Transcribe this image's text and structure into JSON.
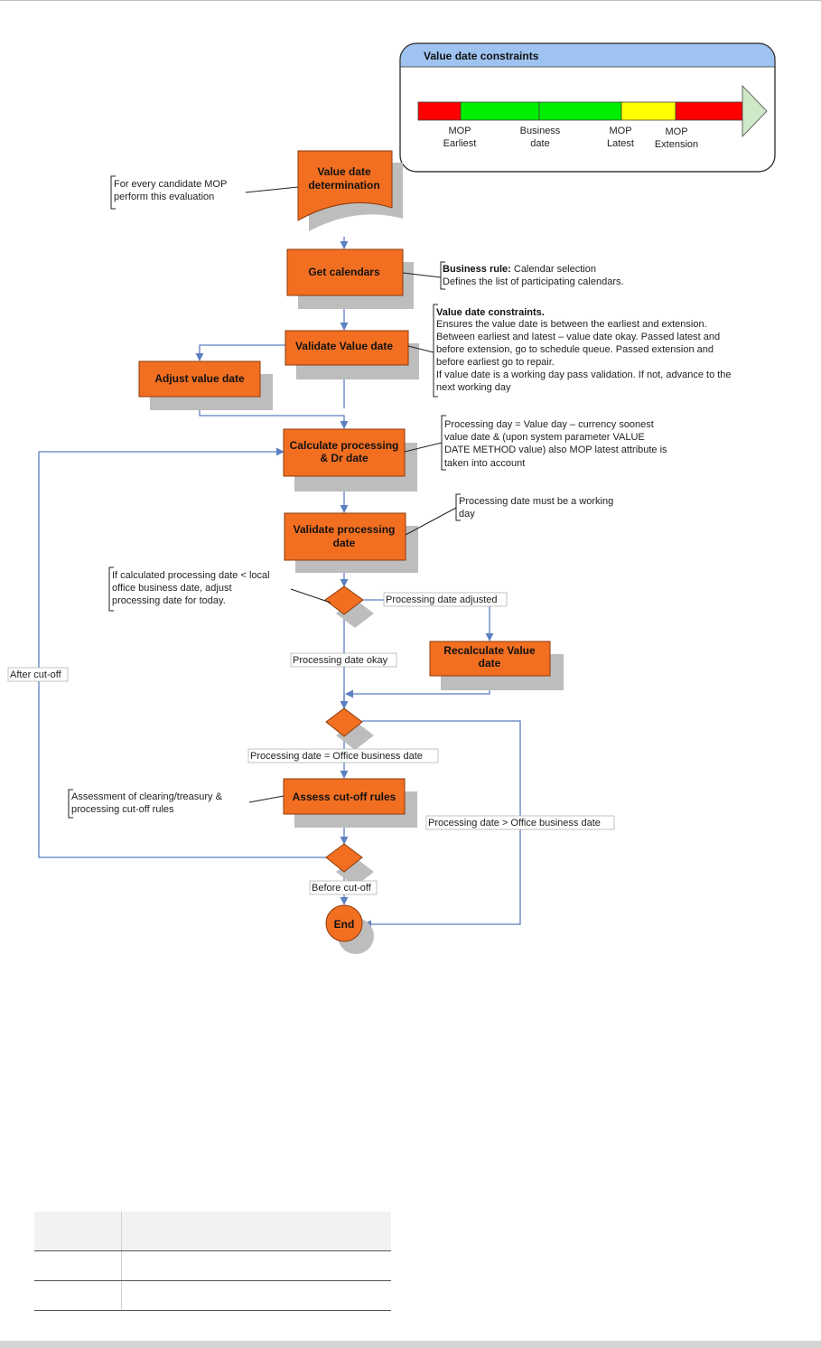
{
  "constraints_panel": {
    "title": "Value date constraints",
    "segments": [
      {
        "color": "#ff0000"
      },
      {
        "color": "#00ee00"
      },
      {
        "color": "#00ee00"
      },
      {
        "color": "#ffff00"
      },
      {
        "color": "#ff0000"
      }
    ],
    "markers": [
      {
        "line1": "MOP",
        "line2": "Earliest"
      },
      {
        "line1": "Business",
        "line2": "date"
      },
      {
        "line1": "MOP",
        "line2": "Latest"
      },
      {
        "line1": "MOP",
        "line2": "Extension"
      }
    ]
  },
  "nodes": {
    "start": {
      "line1": "Value date",
      "line2": "determination"
    },
    "get_calendars": {
      "line1": "Get calendars"
    },
    "validate_value_date": {
      "line1": "Validate Value date"
    },
    "adjust_value_date": {
      "line1": "Adjust value date"
    },
    "calc_processing": {
      "line1": "Calculate processing",
      "line2": "& Dr date"
    },
    "validate_processing": {
      "line1": "Validate processing",
      "line2": "date"
    },
    "recalc_value": {
      "line1": "Recalculate Value",
      "line2": "date"
    },
    "assess_cutoff": {
      "line1": "Assess cut-off rules"
    },
    "end": {
      "line1": "End"
    }
  },
  "edge_labels": {
    "adjusted": "Processing date adjusted",
    "okay": "Processing date okay",
    "equal": "Processing date = Office business date",
    "greater": "Processing date > Office business date",
    "before": "Before cut-off",
    "after": "After cut-off"
  },
  "annotations": {
    "start": [
      "For every candidate MOP",
      "perform this evaluation"
    ],
    "calendars": {
      "bold": "Business rule:",
      "rest": " Calendar selection",
      "line2": "Defines the list of participating calendars."
    },
    "constraints": {
      "title": "Value date constraints.",
      "lines": [
        "Ensures the value date is between the earliest and extension.",
        "Between earliest and latest – value date okay. Passed latest and",
        "before extension, go to schedule queue. Passed extension and",
        "before earliest go to repair.",
        "If value date is a working day pass validation. If not, advance to the",
        "next working day"
      ]
    },
    "processing_day": [
      "Processing day = Value day – currency soonest",
      "value date & (upon system parameter VALUE",
      "DATE METHOD value) also MOP latest attribute is",
      "taken into account"
    ],
    "working_day": [
      "Processing date must be a working",
      "day"
    ],
    "local_office": [
      "If calculated processing date < local",
      "office business date, adjust",
      "processing date for today."
    ],
    "cutoff": [
      "Assessment of clearing/treasury &",
      "processing cut-off rules"
    ]
  }
}
